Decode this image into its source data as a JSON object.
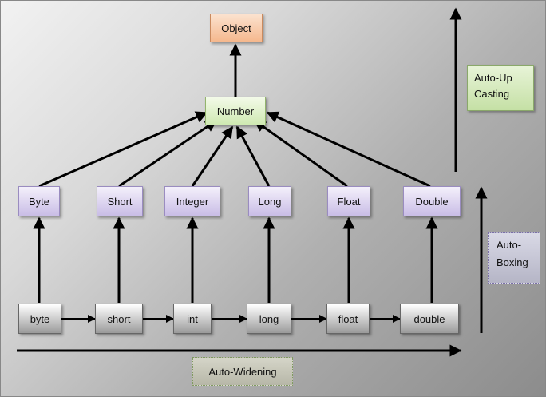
{
  "nodes": {
    "object": "Object",
    "number": "Number",
    "wrappers": [
      "Byte",
      "Short",
      "Integer",
      "Long",
      "Float",
      "Double"
    ],
    "primitives": [
      "byte",
      "short",
      "int",
      "long",
      "float",
      "double"
    ]
  },
  "labels": {
    "auto_up_casting_line1": "Auto-Up",
    "auto_up_casting_line2": "Casting",
    "auto_boxing_line1": "Auto-",
    "auto_boxing_line2": "Boxing",
    "auto_widening": "Auto-Widening"
  }
}
